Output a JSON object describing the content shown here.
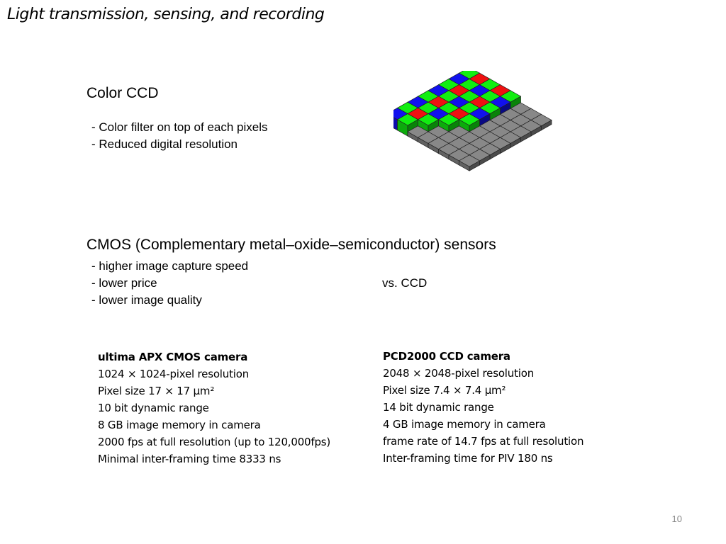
{
  "slide": {
    "title": "Light transmission, sensing, and recording",
    "page_number": "10"
  },
  "ccd": {
    "heading": "Color CCD",
    "bullets": [
      "- Color filter on top of each pixels",
      "- Reduced digital resolution"
    ]
  },
  "bayer_figure": {
    "colors": {
      "red": "#ee1111",
      "green": "#11ee11",
      "blue": "#1111ee",
      "gray": "#888888",
      "edge": "#222222"
    }
  },
  "cmos": {
    "heading": "CMOS (Complementary metal–oxide–semiconductor) sensors",
    "bullets": [
      "- higher image capture speed",
      "- lower price",
      "- lower image quality"
    ],
    "comparison": "vs. CCD"
  },
  "cameras": {
    "left": {
      "name": "ultima APX CMOS camera",
      "specs": [
        "1024 × 1024-pixel resolution",
        "Pixel size 17 × 17 μm²",
        "10 bit dynamic range",
        "8 GB image memory in camera",
        "2000 fps at full resolution (up to 120,000fps)",
        "Minimal inter-framing time  8333 ns"
      ]
    },
    "right": {
      "name": "PCD2000 CCD camera",
      "specs": [
        "2048 × 2048-pixel resolution",
        "Pixel size 7.4 × 7.4 μm²",
        "14 bit dynamic range",
        "4 GB image memory in camera",
        "frame rate of 14.7 fps at full resolution",
        "Inter-framing time for PIV 180 ns"
      ]
    }
  }
}
